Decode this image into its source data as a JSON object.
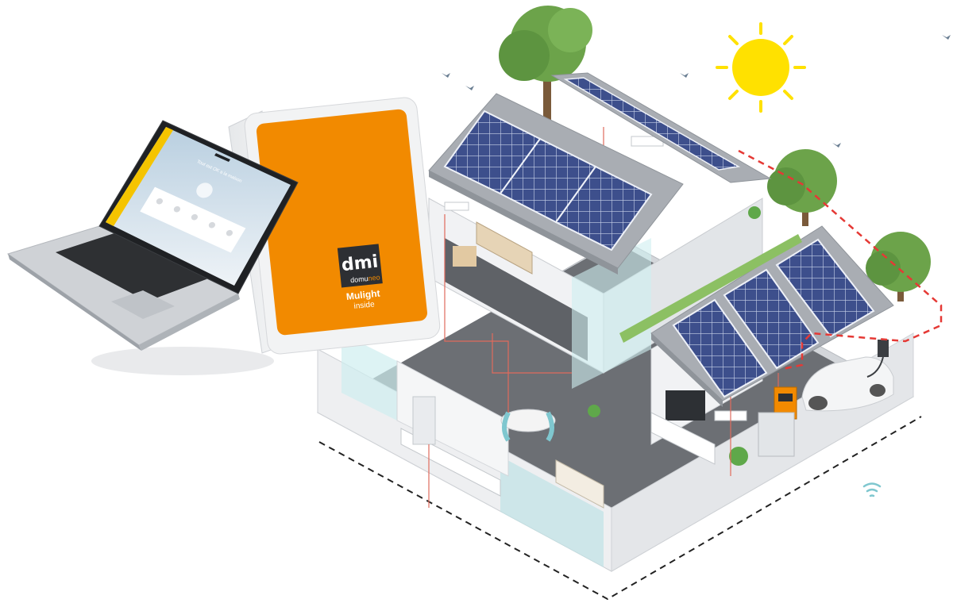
{
  "brand": {
    "logo_mark": "dmi",
    "logo_word_dark": "domu",
    "logo_word_accent": "neo",
    "product": "Mulight",
    "product_suffix": "inside"
  },
  "laptop_screen": {
    "ui_text": "Tout est OK a la maison",
    "tiles": [
      "",
      "",
      "",
      "",
      "",
      ""
    ]
  },
  "icons": {
    "sun": "sun-icon",
    "wifi": "wifi-icon",
    "bird": "bird-icon",
    "tree": "tree-icon",
    "solar": "solar-panel-icon",
    "car": "electric-car-icon",
    "charger": "ev-charger-icon",
    "inverter": "inverter-icon"
  },
  "colors": {
    "brand_orange": "#f28a00",
    "solar_blue": "#3d4f8c",
    "roof_grey": "#a9adb3",
    "tree_green": "#6ca34a",
    "sun_yellow": "#ffe100",
    "wire_red": "#e53935",
    "laptop_silver": "#c8ccd1"
  }
}
